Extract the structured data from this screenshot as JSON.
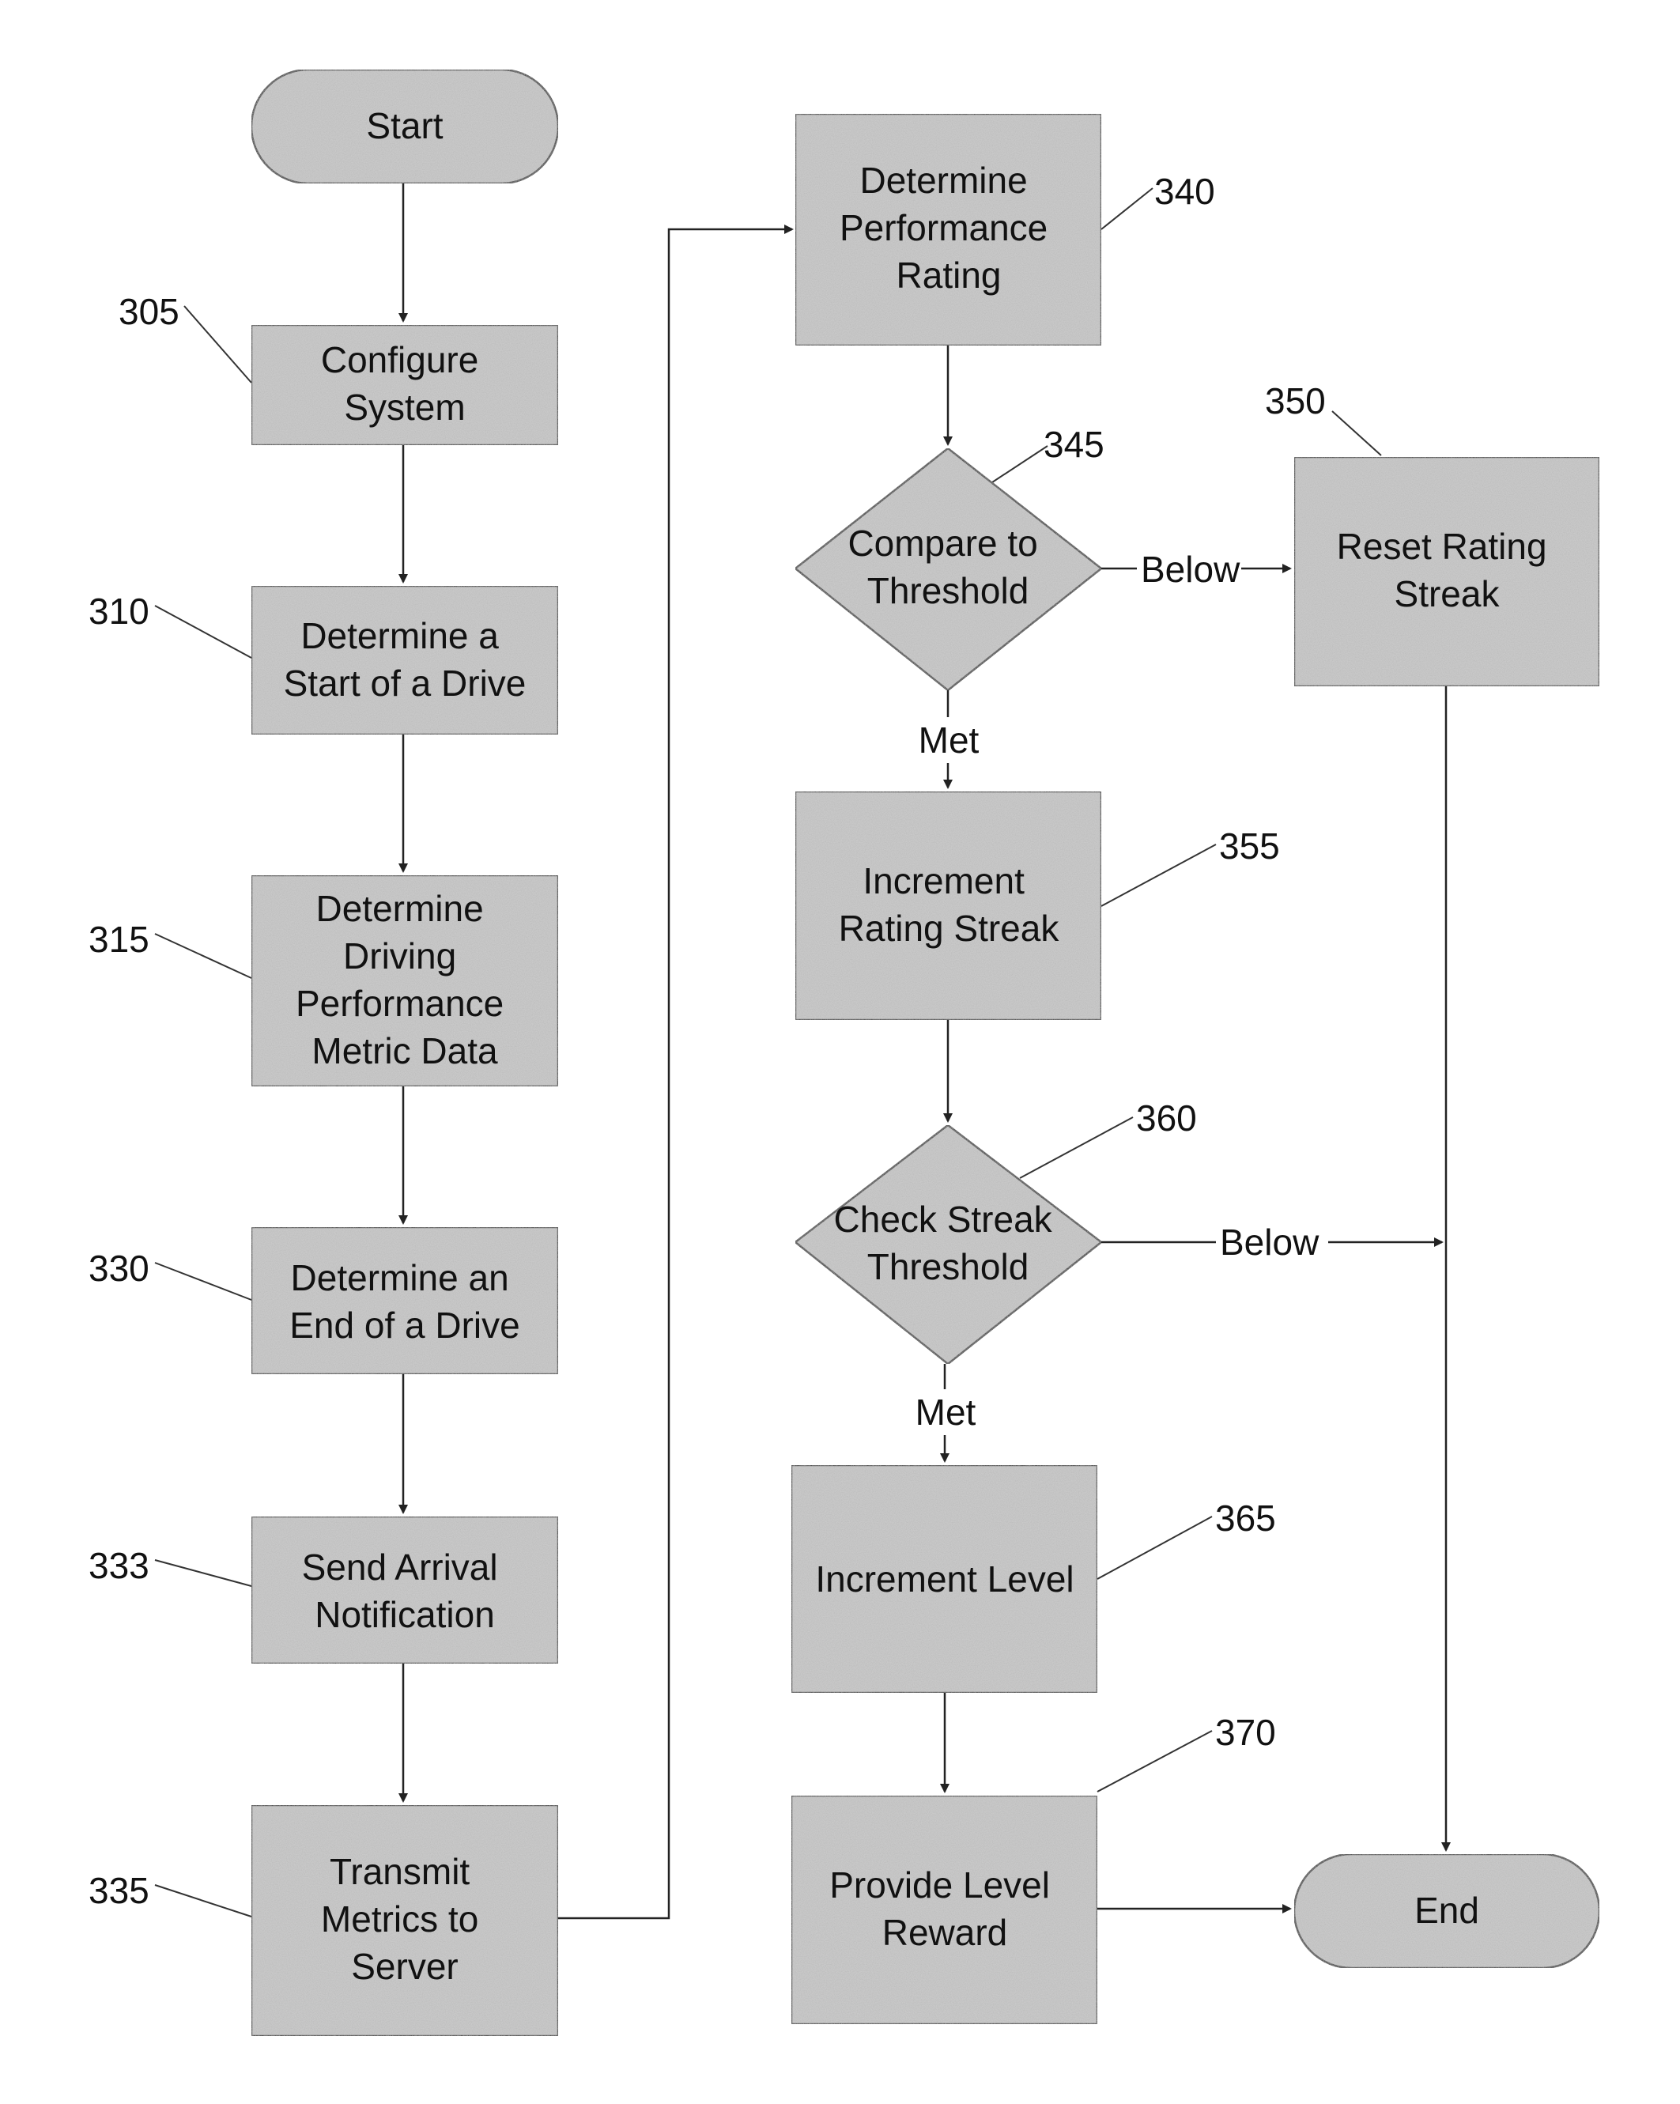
{
  "nodes": {
    "start": {
      "label": "Start"
    },
    "configure": {
      "ref": "305",
      "label": [
        "Configure",
        "System"
      ]
    },
    "start_drive": {
      "ref": "310",
      "label": [
        "Determine a",
        "Start of a Drive"
      ]
    },
    "metric_data": {
      "ref": "315",
      "label": [
        "Determine",
        "Driving",
        "Performance",
        "Metric Data"
      ]
    },
    "end_drive": {
      "ref": "330",
      "label": [
        "Determine an",
        "End of a Drive"
      ]
    },
    "arrival": {
      "ref": "333",
      "label": [
        "Send Arrival",
        "Notification"
      ]
    },
    "transmit": {
      "ref": "335",
      "label": [
        "Transmit",
        "Metrics to",
        "Server"
      ]
    },
    "rating": {
      "ref": "340",
      "label": [
        "Determine",
        "Performance",
        "Rating"
      ]
    },
    "compare": {
      "ref": "345",
      "label": [
        "Compare to",
        "Threshold"
      ]
    },
    "reset": {
      "ref": "350",
      "label": [
        "Reset Rating",
        "Streak"
      ]
    },
    "increment_streak": {
      "ref": "355",
      "label": [
        "Increment",
        "Rating Streak"
      ]
    },
    "check_streak": {
      "ref": "360",
      "label": [
        "Check Streak",
        "Threshold"
      ]
    },
    "increment_level": {
      "ref": "365",
      "label": [
        "Increment Level"
      ]
    },
    "reward": {
      "ref": "370",
      "label": [
        "Provide Level",
        "Reward"
      ]
    },
    "end": {
      "label": "End"
    }
  },
  "edges": {
    "compare_below": "Below",
    "compare_met": "Met",
    "check_below": "Below",
    "check_met": "Met"
  },
  "colors": {
    "fill": "#c9c9c9",
    "stroke": "#555555",
    "line": "#222222"
  }
}
